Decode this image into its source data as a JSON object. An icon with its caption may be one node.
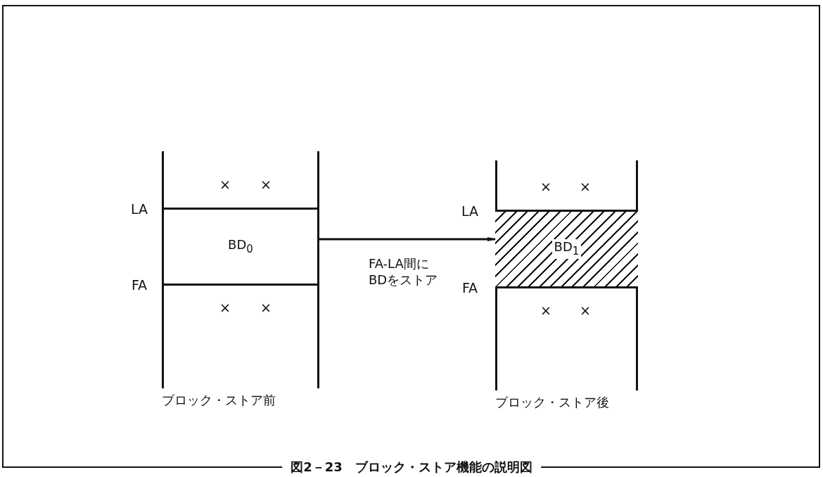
{
  "diagram": {
    "caption": "図2－23　ブロック・ストア機能の説明図",
    "nodes": [
      {
        "text": [
          "ブロック・ストア前"
        ]
      },
      {
        "text": [
          "BD$_{0}$"
        ],
        "in": 0
      },
      {
        "text": [
          "ブロック・ストア後"
        ]
      },
      {
        "text": [
          "BD$_{1}$"
        ],
        "in": 2
      }
    ],
    "edges": [
      {
        "from": 0,
        "to": 2,
        "arrow": "to",
        "label": "FA-LA間に BDをストア"
      }
    ],
    "labels": [
      "×",
      "×",
      "LA",
      "FA",
      "×",
      "×",
      "×",
      "×",
      "LA",
      "FA",
      "×",
      "×"
    ]
  }
}
